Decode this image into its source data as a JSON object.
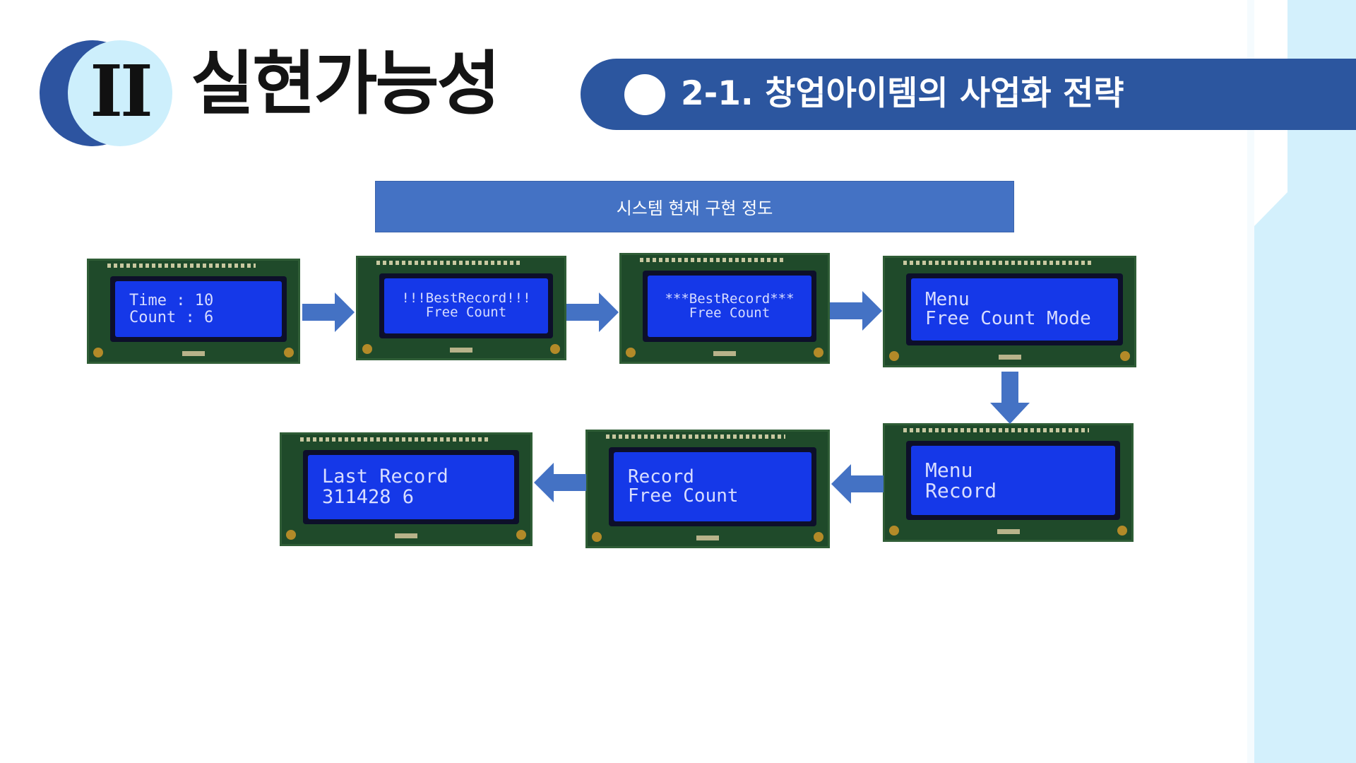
{
  "section_number": "II",
  "section_title": "실현가능성",
  "header_title": "2-1. 창업아이템의 사업화 전략",
  "sub_heading": "시스템 현재 구현 정도",
  "lcd_screens": [
    {
      "line1": "Time : 10",
      "line2": "Count : 6"
    },
    {
      "line1": "!!!BestRecord!!!",
      "line2": "Free Count"
    },
    {
      "line1": "***BestRecord***",
      "line2": "Free Count"
    },
    {
      "line1": "Menu",
      "line2": "Free Count Mode"
    },
    {
      "line1": "Menu",
      "line2": "Record"
    },
    {
      "line1": "Record",
      "line2": "Free Count"
    },
    {
      "line1": "Last Record",
      "line2": "311428 6"
    }
  ],
  "colors": {
    "header_blue": "#2c569f",
    "subheading_blue": "#4472c4",
    "arrow_blue": "#4472c4",
    "side_panel": "#d3f0fc",
    "lcd_blue": "#1538e8"
  }
}
